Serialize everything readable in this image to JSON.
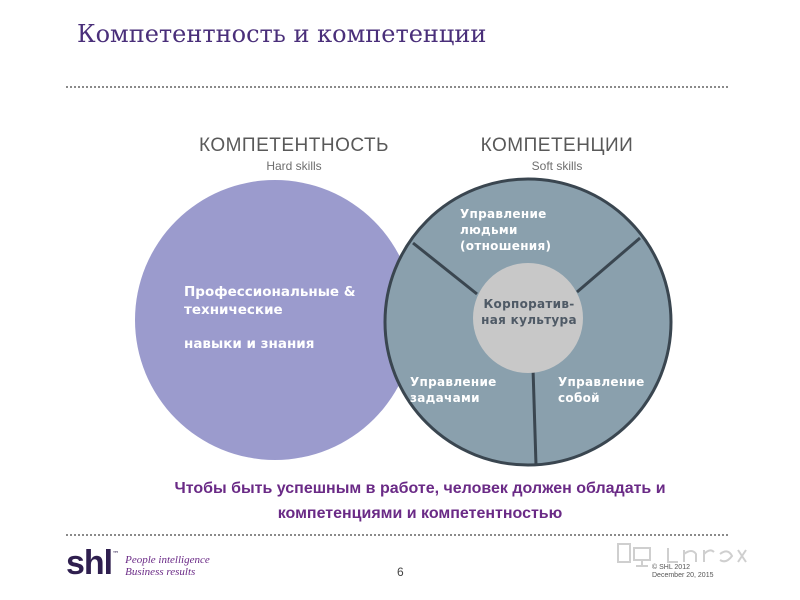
{
  "slide": {
    "title": "Компетентность и компетенции"
  },
  "columns": {
    "left": {
      "heading": "КОМПЕТЕНТНОСТЬ",
      "subheading": "Hard skills"
    },
    "right": {
      "heading": "КОМПЕТЕНЦИИ",
      "subheading": "Soft skills"
    }
  },
  "diagram": {
    "hard_skills_circle": {
      "line1": "Профессиональные &",
      "line2": "технические",
      "line3": "навыки и знания",
      "color": "#9b9bcd"
    },
    "soft_skills_circle": {
      "color": "#8aa0ad",
      "core": {
        "line1": "Корпоратив-",
        "line2": "ная культура",
        "color": "#c8c8c8"
      },
      "segments": {
        "top": {
          "line1": "Управление",
          "line2": "людьми",
          "line3": "(отношения)"
        },
        "bottom_left": {
          "line1": "Управление",
          "line2": "задачами"
        },
        "bottom_right": {
          "line1": "Управление",
          "line2": "собой"
        }
      }
    }
  },
  "tagline": {
    "line1": "Чтобы быть успешным в работе, человек должен обладать и",
    "line2": "компетенциями и компетентностью"
  },
  "footer": {
    "logo_mark": "shl",
    "logo_tm": "™",
    "logo_tagline_1": "People intelligence",
    "logo_tagline_2": "Business results",
    "page_number": "6",
    "copyright": "© SHL 2012",
    "date": "December 20, 2015"
  }
}
